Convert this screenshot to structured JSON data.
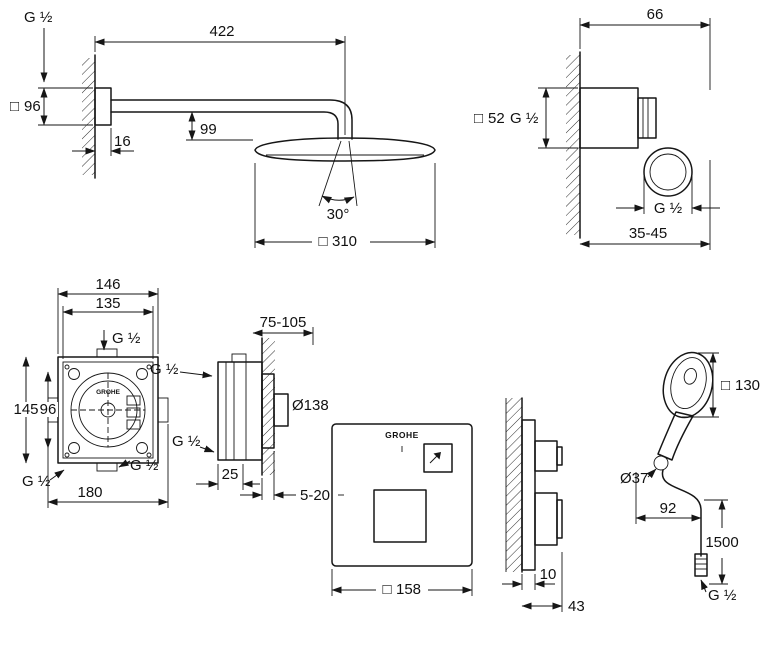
{
  "drawing": {
    "background": "#ffffff",
    "ink": "#161616",
    "views": {
      "head_shower": {
        "thread": "G ½",
        "square": "□",
        "flange_size": "96",
        "arm_length": "422",
        "drop_height": "99",
        "flange_depth": "16",
        "spray_angle": "30°",
        "head_size": "310"
      },
      "wall_union": {
        "depth": "66",
        "square": "□",
        "size": "52",
        "thread_front": "G ½",
        "thread_outlet": "G ½",
        "adjust_range": "35-45"
      },
      "rough_valve_front": {
        "brand": "GROHE",
        "width_flange": "146",
        "width_body": "135",
        "thread_top": "G ½",
        "height_flange": "145",
        "height_body": "96",
        "thread_right": "G ½",
        "thread_bottom": "G ½",
        "width_total": "180"
      },
      "rough_valve_side": {
        "embed_range": "75-105",
        "thread_top": "G ½",
        "plate_diameter": "Ø138",
        "thread_bottom": "G ½",
        "body_depth": "25",
        "finish_range": "5-20"
      },
      "trim_front": {
        "brand": "GROHE",
        "square": "□",
        "size": "158"
      },
      "trim_side": {
        "plate_thickness": "10",
        "total_depth": "43"
      },
      "hand_shower": {
        "square": "□",
        "head_size": "130",
        "holder_diameter": "Ø37",
        "holder_offset": "92",
        "hose_length": "1500",
        "thread": "G ½"
      }
    }
  }
}
